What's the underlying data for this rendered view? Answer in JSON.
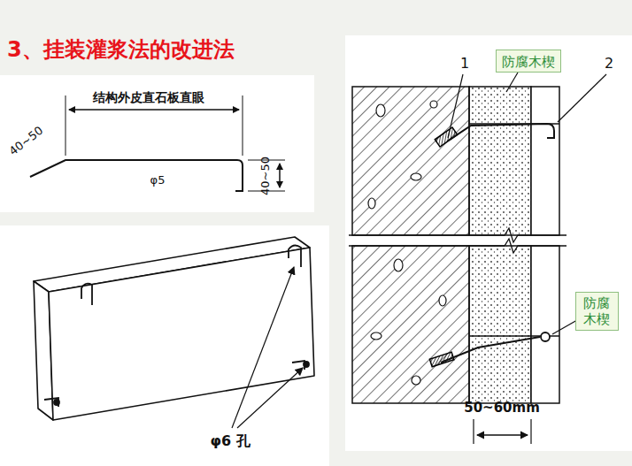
{
  "diagram": {
    "title": "3、挂装灌浆法的改进法",
    "nodes": [
      {
        "text": [
          "防腐木楔"
        ]
      },
      {
        "text": [
          "防腐 木楔"
        ]
      }
    ],
    "labels": [
      "结构外皮直石板直眼",
      "40~50",
      "φ5",
      "40~50",
      "φ6 孔",
      "1",
      "2",
      "50~60mm"
    ]
  }
}
